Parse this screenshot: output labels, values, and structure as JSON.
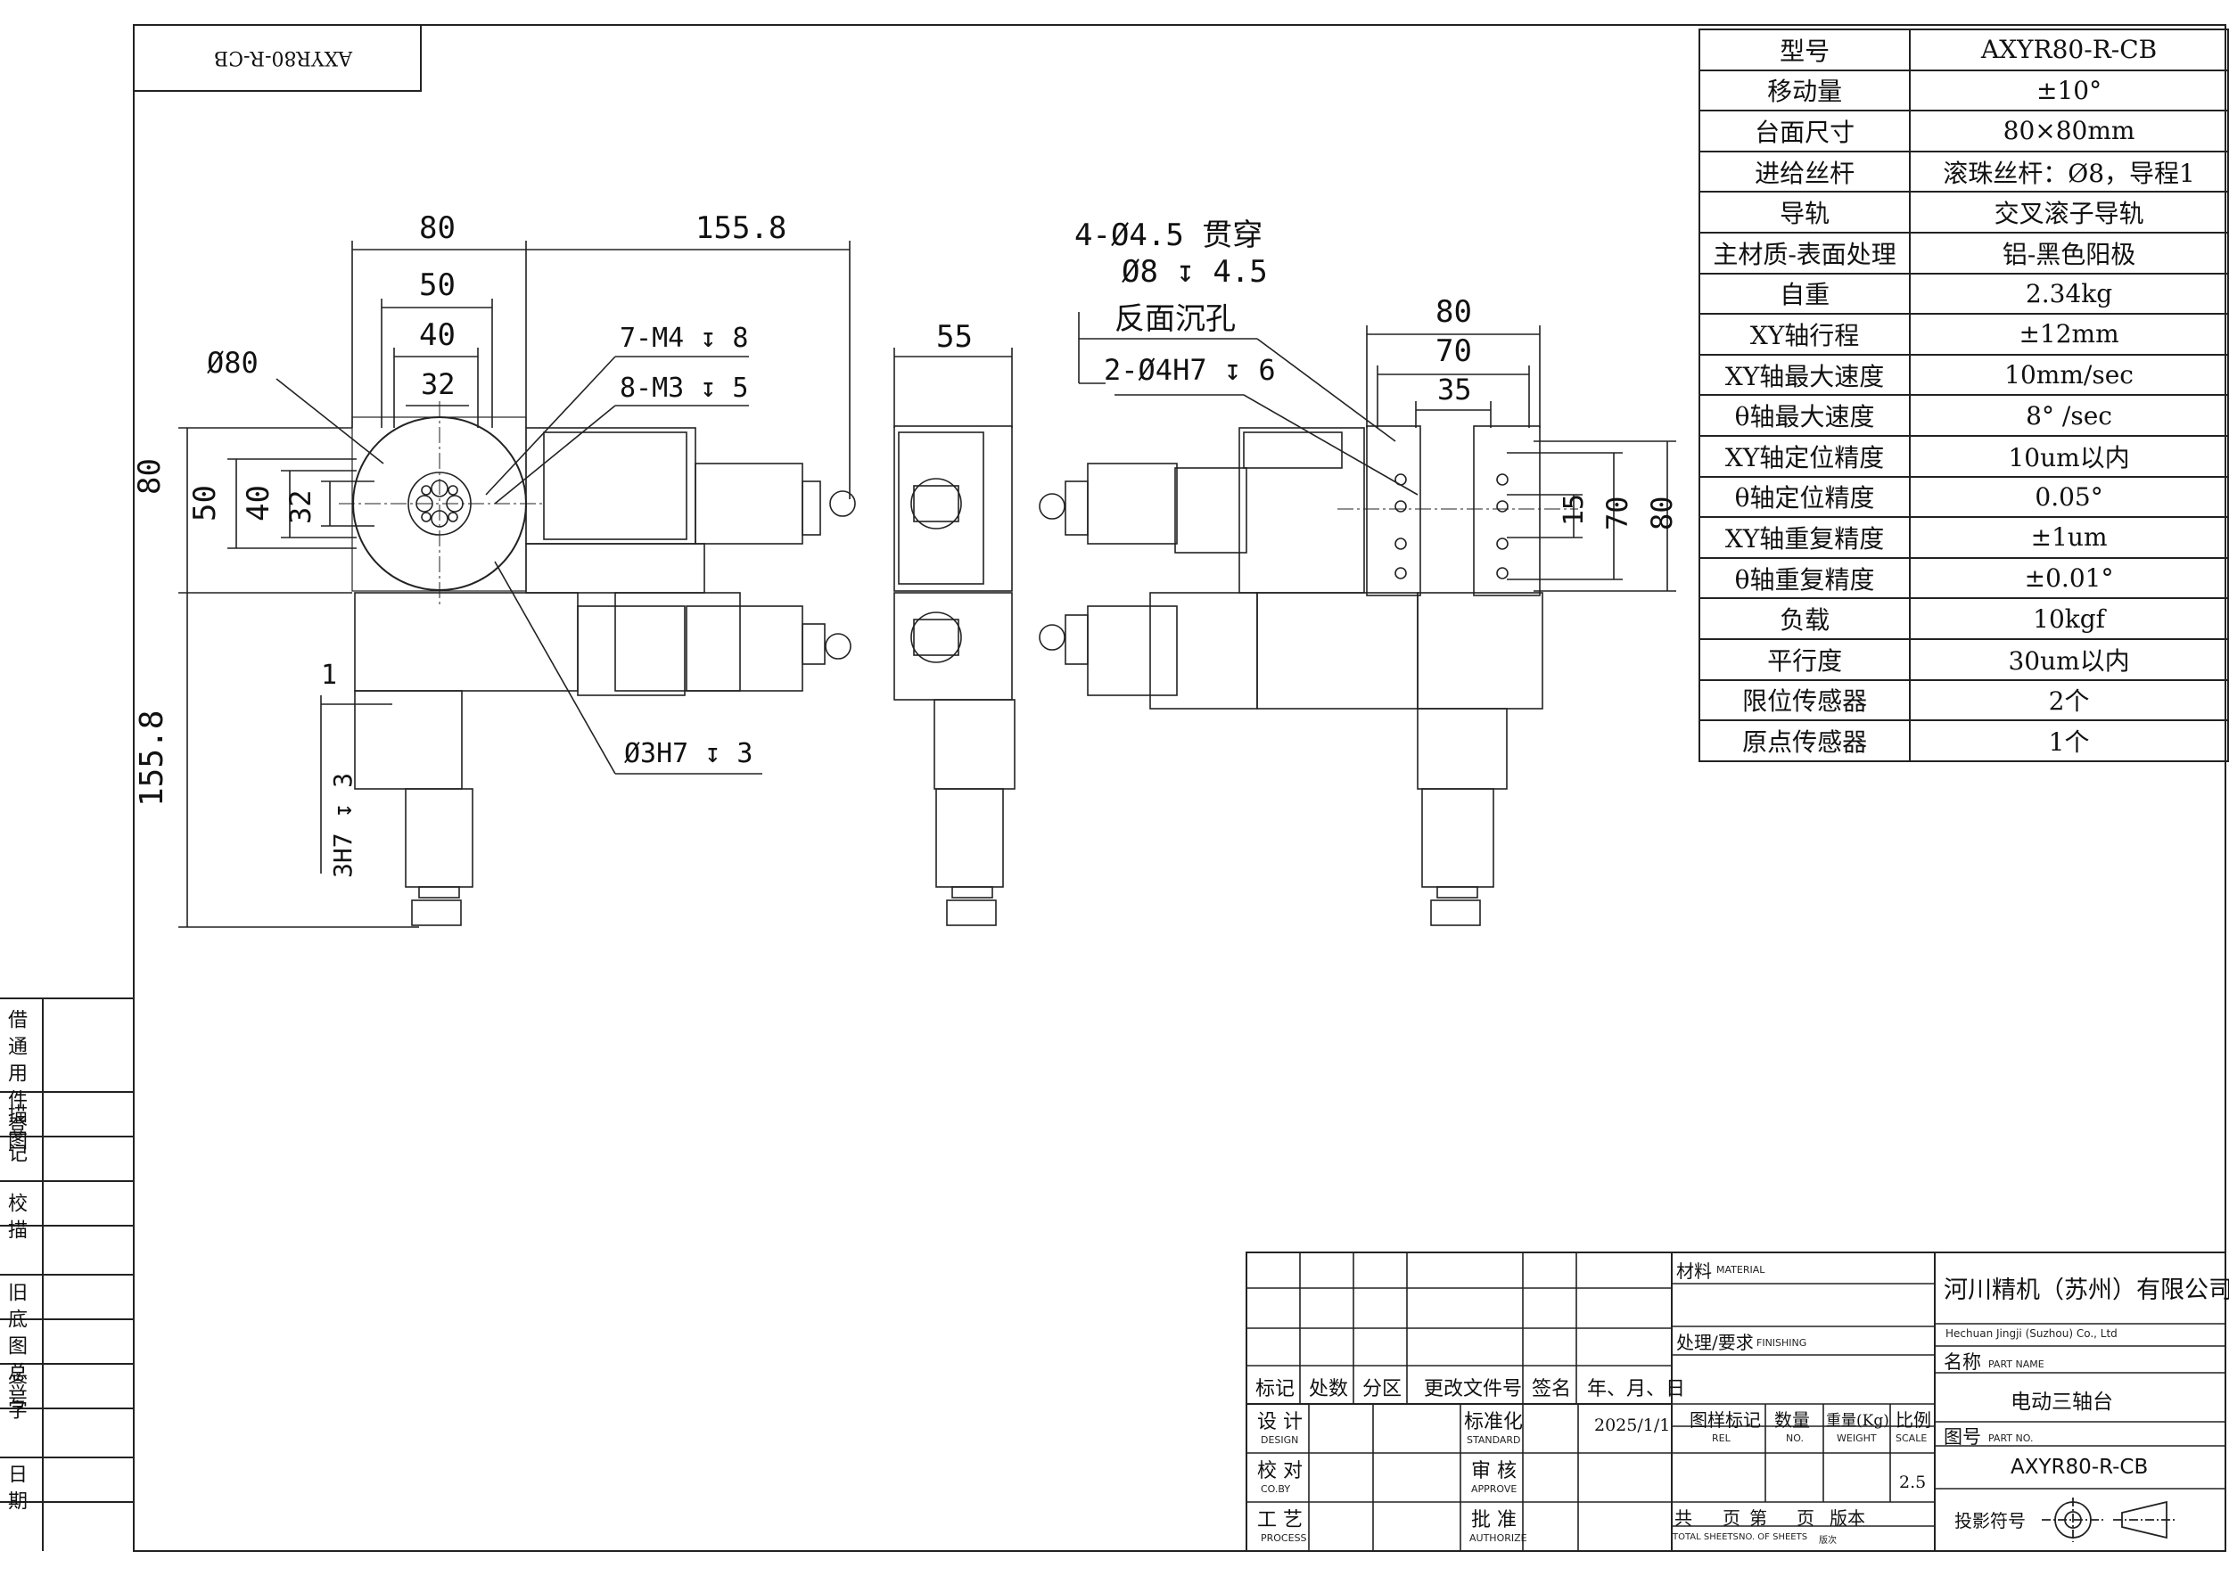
{
  "model_stamp": "AXYR80-R-CB",
  "specs": [
    {
      "label": "型号",
      "value": "AXYR80-R-CB"
    },
    {
      "label": "移动量",
      "value": "±10°"
    },
    {
      "label": "台面尺寸",
      "value": "80×80mm"
    },
    {
      "label": "进给丝杆",
      "value": "滚珠丝杆：Ø8，导程1"
    },
    {
      "label": "导轨",
      "value": "交叉滚子导轨"
    },
    {
      "label": "主材质-表面处理",
      "value": "铝-黑色阳极"
    },
    {
      "label": "自重",
      "value": "2.34kg"
    },
    {
      "label": "XY轴行程",
      "value": "±12mm"
    },
    {
      "label": "XY轴最大速度",
      "value": "10mm/sec"
    },
    {
      "label": "θ轴最大速度",
      "value": "8° /sec"
    },
    {
      "label": "XY轴定位精度",
      "value": "10um以内"
    },
    {
      "label": "θ轴定位精度",
      "value": "0.05°"
    },
    {
      "label": "XY轴重复精度",
      "value": "±1um"
    },
    {
      "label": "θ轴重复精度",
      "value": "±0.01°"
    },
    {
      "label": "负载",
      "value": "10kgf"
    },
    {
      "label": "平行度",
      "value": "30um以内"
    },
    {
      "label": "限位传感器",
      "value": "2个"
    },
    {
      "label": "原点传感器",
      "value": "1个"
    }
  ],
  "sidebar": {
    "borrow": "借通用件登记",
    "trace": "描图",
    "check": "校描",
    "old_no": "旧底图总号",
    "sign": "签字",
    "date": "日期"
  },
  "dimensions": {
    "top_80": "80",
    "top_155_8": "155.8",
    "top_50": "50",
    "top_40": "40",
    "top_32": "32",
    "phi80": "Ø80",
    "m4": "7-M4 ↧ 8",
    "m3": "8-M3 ↧ 5",
    "phi3": "Ø3H7 ↧ 3",
    "left_80": "80",
    "left_50": "50",
    "left_40": "40",
    "left_32": "32",
    "left_155_8": "155.8",
    "left_1": "1",
    "left_3h7": "3H7 ↧ 3",
    "side_55": "55",
    "hole_4": "4-Ø4.5 贯穿",
    "hole_cb": "Ø8 ↧ 4.5",
    "hole_back": "反面沉孔",
    "hole_2": "2-Ø4H7 ↧ 6",
    "r_80": "80",
    "r_70": "70",
    "r_35": "35",
    "r_15": "15",
    "r_v70": "70",
    "r_v80": "80"
  },
  "titleblock": {
    "material": "材料",
    "material_en": "MATERIAL",
    "finishing": "处理/要求",
    "finishing_en": "FINISHING",
    "company": "河川精机（苏州）有限公司",
    "company_en": "Hechuan Jingji (Suzhou) Co., Ltd",
    "part_name_label": "名称",
    "part_name_en": "PART NAME",
    "part_name": "电动三轴台",
    "part_no_label": "图号",
    "part_no_en": "PART NO.",
    "part_no": "AXYR80-R-CB",
    "projection": "投影符号",
    "rev_mark": "标记",
    "rev_count": "处数",
    "rev_zone": "分区",
    "rev_doc": "更改文件号",
    "rev_sign": "签名",
    "rev_date": "年、月、日",
    "design": "设 计",
    "design_en": "DESIGN",
    "standard": "标准化",
    "standard_en": "STANDARD",
    "date_value": "2025/1/1",
    "check": "校 对",
    "check_en": "CO.BY",
    "approve_review": "审 核",
    "approve_review_en": "APPROVE",
    "process": "工 艺",
    "process_en": "PROCESS",
    "authorize": "批 准",
    "authorize_en": "AUTHORIZE",
    "rel": "图样标记",
    "rel_en": "REL",
    "qty": "数量",
    "qty_en": "NO.",
    "weight": "重量(Kg)",
    "weight_en": "WEIGHT",
    "scale": "比例",
    "scale_en": "SCALE",
    "scale_value": "2.5",
    "total": "共",
    "page": "页",
    "nth": "第",
    "page2": "页",
    "version": "版本",
    "total_en": "TOTAL SHEETS",
    "no_en": "NO. OF SHEETS",
    "version_en": "版次"
  }
}
